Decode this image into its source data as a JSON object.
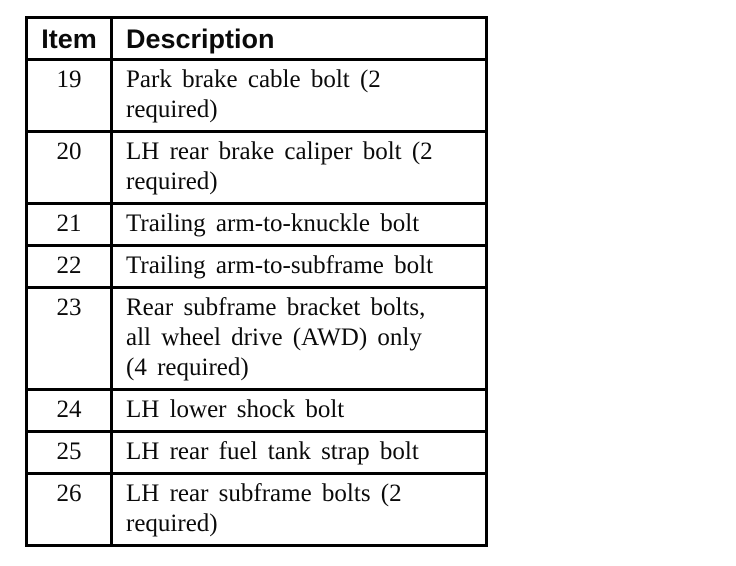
{
  "colors": {
    "background": "#ffffff",
    "border": "#000000",
    "text": "#0a0a0a"
  },
  "table": {
    "columns": [
      "Item",
      "Description"
    ],
    "rows": [
      {
        "item": "19",
        "lines": [
          "Park brake cable bolt (2",
          "required)"
        ]
      },
      {
        "item": "20",
        "lines": [
          "LH rear brake caliper bolt (2",
          "required)"
        ]
      },
      {
        "item": "21",
        "lines": [
          "Trailing arm-to-knuckle bolt"
        ]
      },
      {
        "item": "22",
        "lines": [
          "Trailing arm-to-subframe bolt"
        ]
      },
      {
        "item": "23",
        "lines": [
          "Rear subframe bracket bolts,",
          "all wheel drive (AWD) only",
          "(4 required)"
        ]
      },
      {
        "item": "24",
        "lines": [
          "LH lower shock bolt"
        ]
      },
      {
        "item": "25",
        "lines": [
          "LH rear fuel tank strap bolt"
        ]
      },
      {
        "item": "26",
        "lines": [
          "LH rear subframe bolts (2",
          "required)"
        ]
      }
    ]
  }
}
